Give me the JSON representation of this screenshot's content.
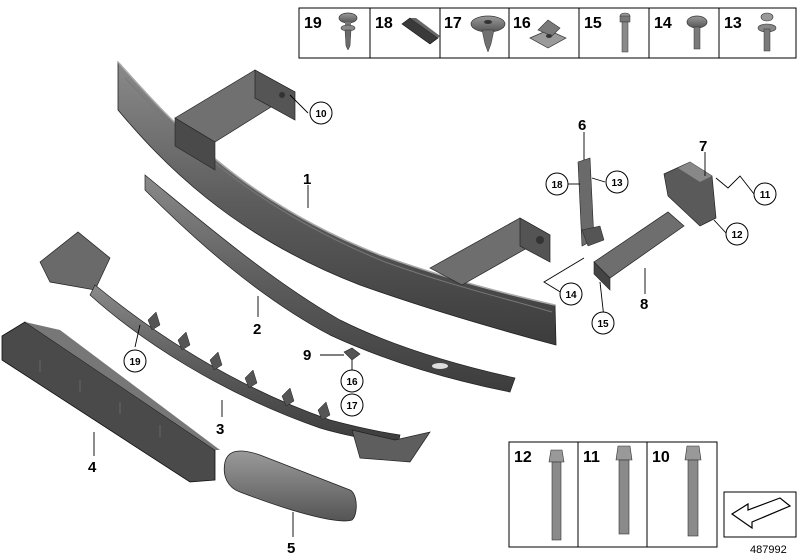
{
  "diagram": {
    "reference_number": "487992",
    "callouts": {
      "c1": "1",
      "c2": "2",
      "c3": "3",
      "c4": "4",
      "c5": "5",
      "c6": "6",
      "c7": "7",
      "c8": "8",
      "c9": "9"
    },
    "circled": {
      "c10": "10",
      "c11": "11",
      "c12": "12",
      "c13": "13",
      "c14": "14",
      "c15": "15",
      "c16": "16",
      "c17": "17",
      "c18": "18",
      "c19": "19"
    },
    "top_strip": [
      "19",
      "18",
      "17",
      "16",
      "15",
      "14",
      "13"
    ],
    "bolt_strip": [
      "12",
      "11",
      "10"
    ]
  }
}
